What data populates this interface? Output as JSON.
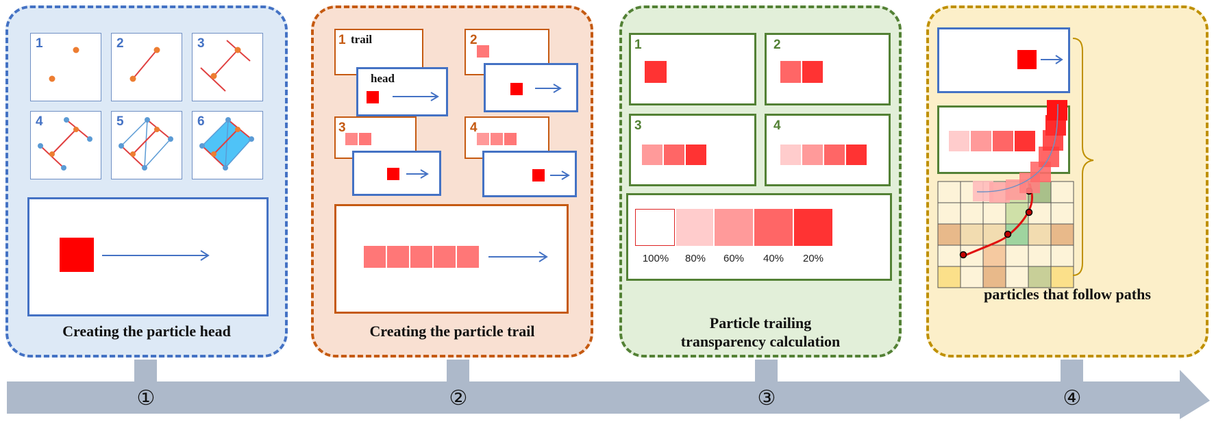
{
  "colors": {
    "panel1_border": "#4472c4",
    "panel1_fill": "#dde9f6",
    "panel2_border": "#c55a11",
    "panel2_fill": "#f9e0d2",
    "panel3_border": "#538135",
    "panel3_fill": "#e2efd9",
    "panel4_border": "#bf9000",
    "panel4_fill": "#fcefc9",
    "timeline": "#adb9ca",
    "particle": "#ff0000"
  },
  "panel1": {
    "cells": [
      "1",
      "2",
      "3",
      "4",
      "5",
      "6"
    ],
    "caption": "Creating the particle head"
  },
  "panel2": {
    "frame1_num": "1",
    "trail_label": "trail",
    "head_label": "head",
    "frame2_num": "2",
    "frame3_num": "3",
    "frame4_num": "4",
    "caption": "Creating the particle trail"
  },
  "panel3": {
    "frames": [
      "1",
      "2",
      "3",
      "4"
    ],
    "percentages": [
      "100%",
      "80%",
      "60%",
      "40%",
      "20%"
    ],
    "caption_line1": "Particle trailing",
    "caption_line2": "transparency calculation"
  },
  "panel4": {
    "caption": "particles that follow paths"
  },
  "timeline": {
    "steps": [
      "①",
      "②",
      "③",
      "④"
    ]
  }
}
